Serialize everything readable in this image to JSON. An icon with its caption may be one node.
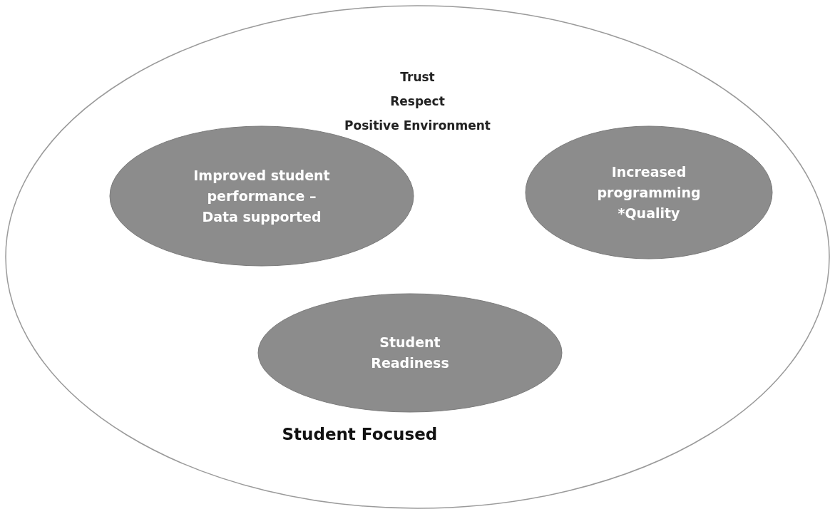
{
  "diagram": {
    "nodes": [
      {
        "text": [
          "Trust",
          "Respect",
          "Positive Environment",
          "Student Focused"
        ]
      },
      {
        "text": [
          "Improved student performance – Data supported"
        ],
        "in": 0
      },
      {
        "text": [
          "Increased programming *Quality"
        ],
        "in": 0
      },
      {
        "text": [
          "Student Readiness"
        ],
        "in": 0
      }
    ],
    "edges": []
  }
}
